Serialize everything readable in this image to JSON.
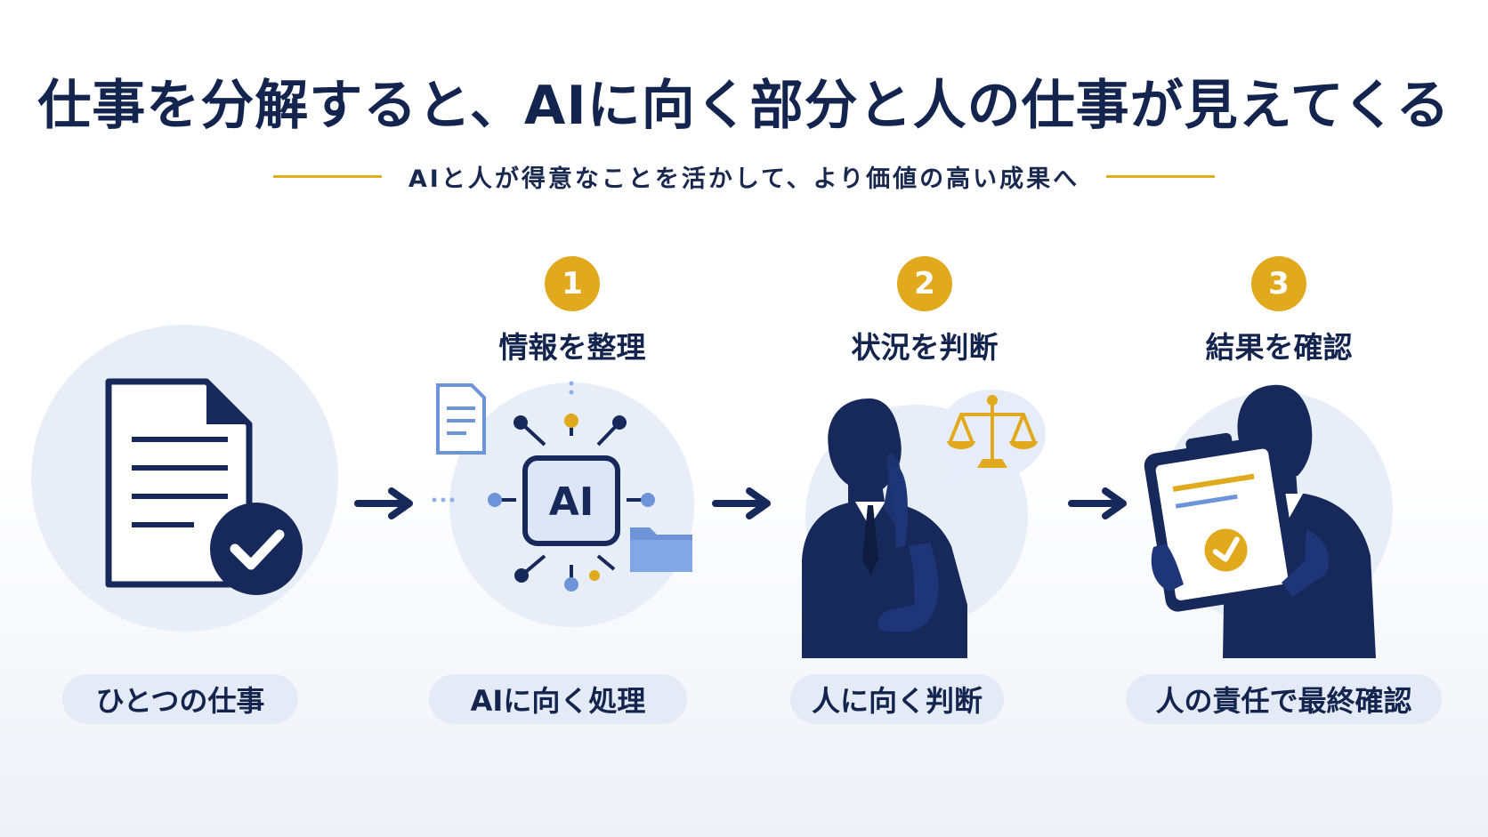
{
  "header": {
    "title": "仕事を分解すると、AIに向く部分と人の仕事が見えてくる",
    "subtitle": "AIと人が得意なことを活かして、より価値の高い成果へ"
  },
  "start": {
    "caption": "ひとつの仕事"
  },
  "steps": [
    {
      "number": "1",
      "label": "情報を整理",
      "caption": "AIに向く処理",
      "chip_text": "AI"
    },
    {
      "number": "2",
      "label": "状況を判断",
      "caption": "人に向く判断"
    },
    {
      "number": "3",
      "label": "結果を確認",
      "caption": "人の責任で最終確認"
    }
  ],
  "colors": {
    "navy": "#16295a",
    "gold": "#e0a91e",
    "light_blue": "#e8eef8",
    "mid_blue": "#6d93d8"
  },
  "icons": [
    "document-check-icon",
    "ai-chip-icon",
    "thinking-person-icon",
    "scales-icon",
    "clipboard-person-icon",
    "arrow-right-icon"
  ]
}
